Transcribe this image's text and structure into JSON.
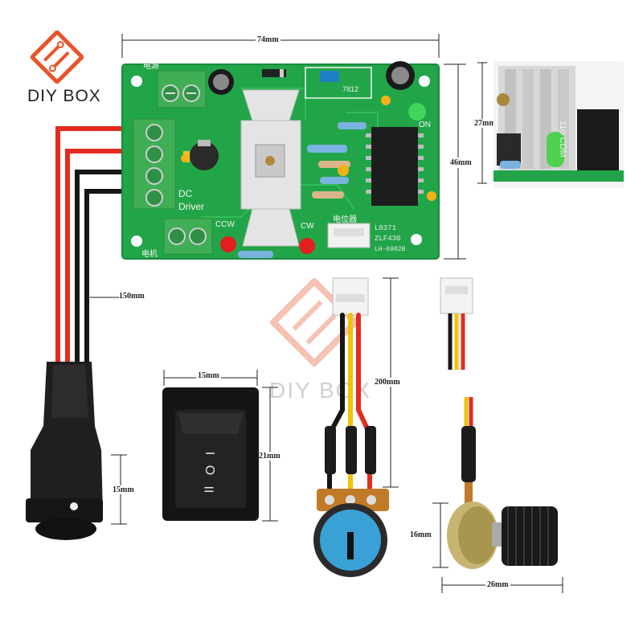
{
  "brand": {
    "logo_text": "DIY BOX",
    "watermark_text": "DIY BOX",
    "accent_color": "#e8532a"
  },
  "dimensions": {
    "board_width": "74mm",
    "board_height": "46mm",
    "side_height": "27mm",
    "cable_length": "150mm",
    "switch_width": "15mm",
    "switch_height": "21mm",
    "plug_height": "15mm",
    "pot_cable": "200mm",
    "knob_height": "16mm",
    "knob_width": "26mm"
  },
  "board_labels": {
    "power": "电源",
    "motor": "电机",
    "potentiometer": "电位器",
    "dc": "DC",
    "driver": "Driver",
    "ccw": "CCW",
    "cw": "CW",
    "on": "ON",
    "regulator": "7812",
    "model1": "L0371",
    "model2": "ZLF430",
    "model3": "LH-6982B",
    "side_cap": "110 CDM"
  },
  "switch_symbols": {
    "top": "I",
    "mid": "O",
    "bot": "II"
  },
  "colors": {
    "pcb": "#22a548",
    "terminal": "#3fae55",
    "wire_red": "#e42b1f",
    "wire_black": "#161616",
    "wire_yellow": "#f2c20a",
    "knob_blue": "#3aa1d6"
  }
}
